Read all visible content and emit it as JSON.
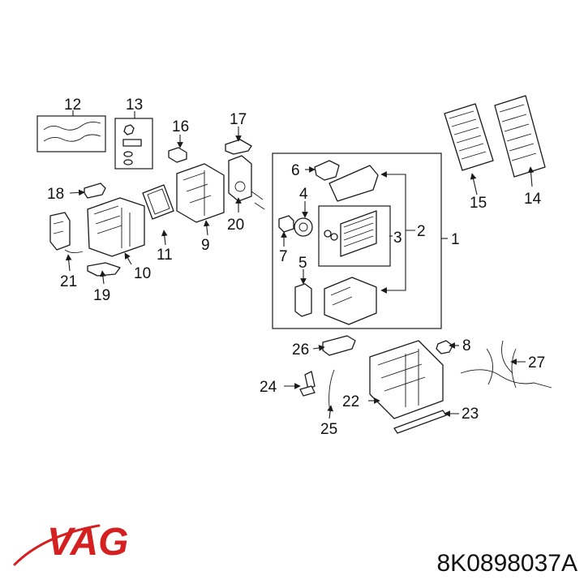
{
  "callouts": [
    "1",
    "2",
    "3",
    "4",
    "5",
    "6",
    "7",
    "8",
    "9",
    "10",
    "11",
    "12",
    "13",
    "14",
    "15",
    "16",
    "17",
    "18",
    "19",
    "20",
    "21",
    "22",
    "23",
    "24",
    "25",
    "26",
    "27"
  ],
  "brand": {
    "logo_text": "VAG",
    "logo_color": "#d42020"
  },
  "part_number": "8K0898037A"
}
